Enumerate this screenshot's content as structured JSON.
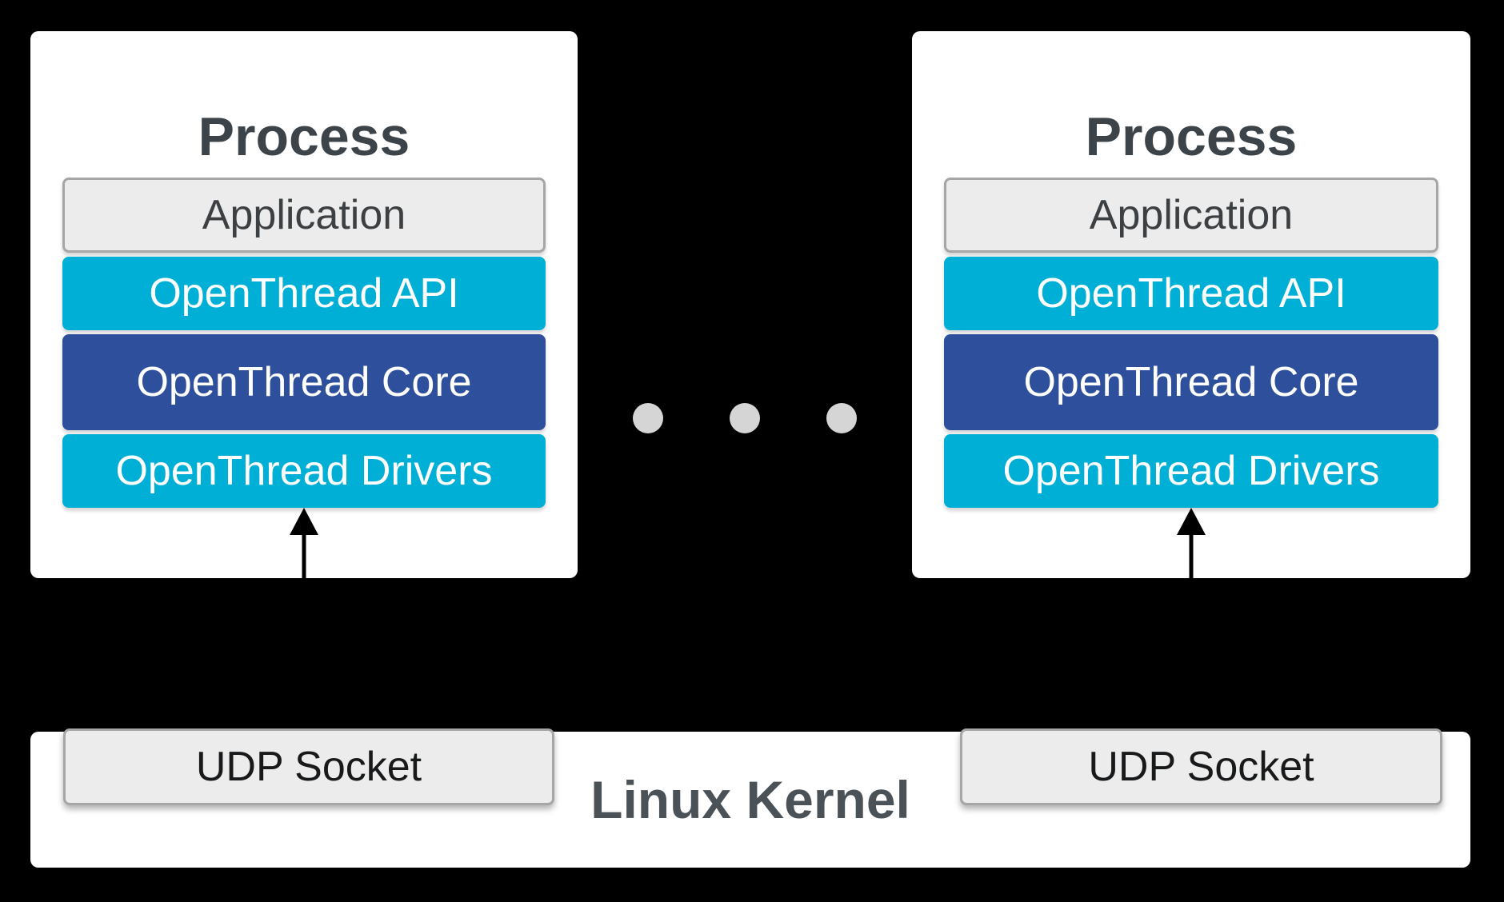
{
  "diagram": {
    "processes": [
      {
        "title": "Process",
        "layers": {
          "application": "Application",
          "api": "OpenThread API",
          "core": "OpenThread Core",
          "drivers": "OpenThread Drivers"
        }
      },
      {
        "title": "Process",
        "layers": {
          "application": "Application",
          "api": "OpenThread API",
          "core": "OpenThread Core",
          "drivers": "OpenThread Drivers"
        }
      }
    ],
    "ellipsis": {
      "count": 3
    },
    "kernel": {
      "label": "Linux Kernel",
      "socket_left": "UDP Socket",
      "socket_right": "UDP Socket"
    }
  },
  "colors": {
    "canvas_bg": "#000000",
    "card_bg": "#ffffff",
    "cyan": "#00afd5",
    "dark_blue": "#2e4f9b",
    "light_gray": "#ececec",
    "gray_border": "#a6a6a6",
    "process_title": "#3d4449",
    "kernel_title": "#4a5258",
    "app_text": "#3c4043",
    "socket_text": "#17191b",
    "dot": "#d5d5d5",
    "arrow": "#000000"
  }
}
